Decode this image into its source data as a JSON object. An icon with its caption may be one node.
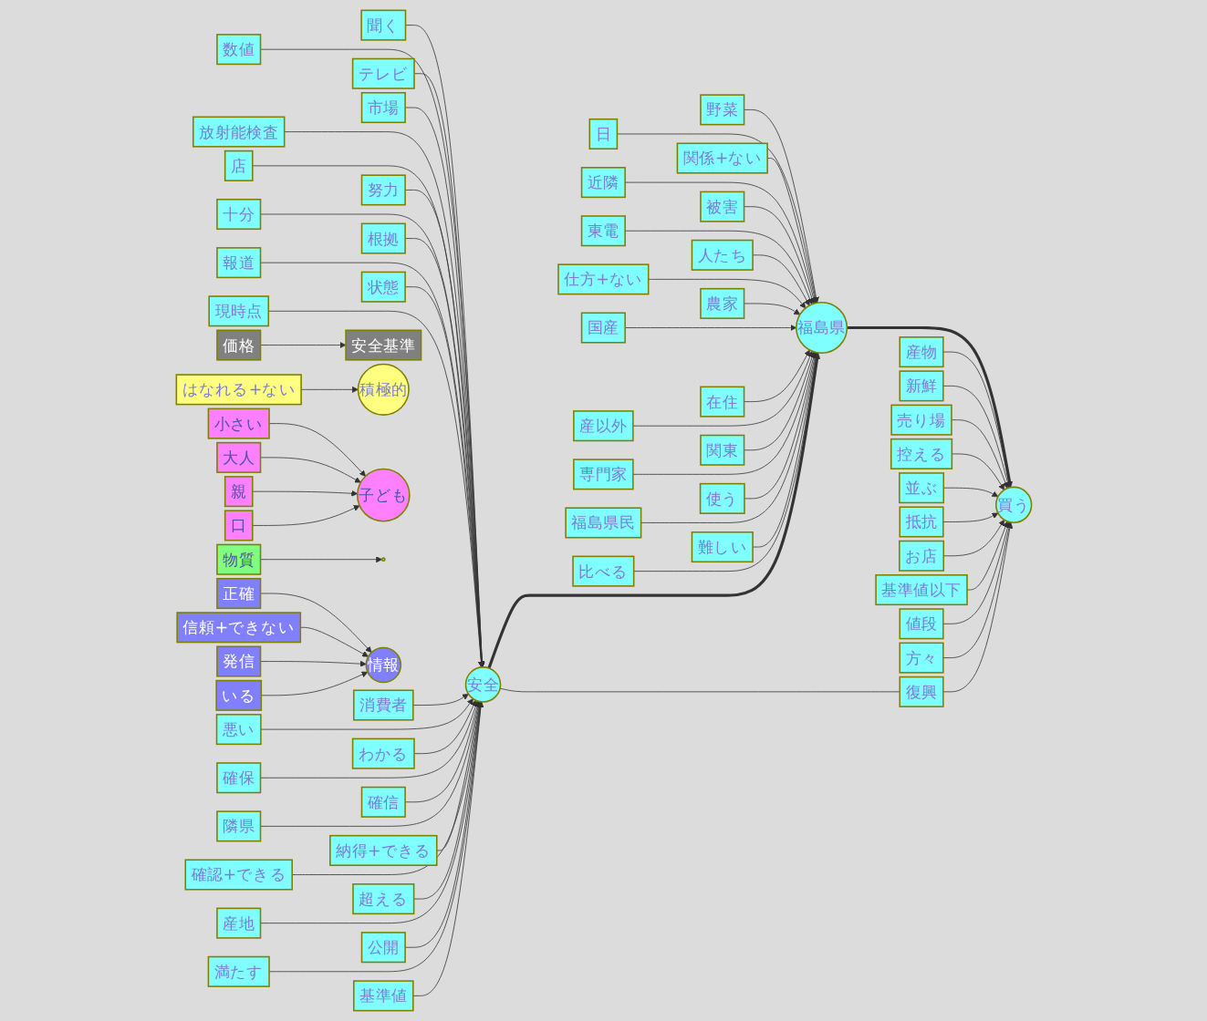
{
  "diagram": {
    "nodes": [
      {
        "text": [
          "福島県"
        ]
      },
      {
        "text": [
          "野菜"
        ]
      },
      {
        "text": [
          "日"
        ]
      },
      {
        "text": [
          "関係+ない"
        ]
      },
      {
        "text": [
          "近隣"
        ]
      },
      {
        "text": [
          "被害"
        ]
      },
      {
        "text": [
          "東電"
        ]
      },
      {
        "text": [
          "人たち"
        ]
      },
      {
        "text": [
          "仕方+ない"
        ]
      },
      {
        "text": [
          "農家"
        ]
      },
      {
        "text": [
          "国産"
        ]
      },
      {
        "text": [
          "在住"
        ]
      },
      {
        "text": [
          "産以外"
        ]
      },
      {
        "text": [
          "関東"
        ]
      },
      {
        "text": [
          "専門家"
        ]
      },
      {
        "text": [
          "使う"
        ]
      },
      {
        "text": [
          "福島県民"
        ]
      },
      {
        "text": [
          "難しい"
        ]
      },
      {
        "text": [
          "比べる"
        ]
      },
      {
        "text": [
          "買う"
        ]
      },
      {
        "text": [
          "産物"
        ]
      },
      {
        "text": [
          "新鮮"
        ]
      },
      {
        "text": [
          "売り場"
        ]
      },
      {
        "text": [
          "控える"
        ]
      },
      {
        "text": [
          "並ぶ"
        ]
      },
      {
        "text": [
          "抵抗"
        ]
      },
      {
        "text": [
          "お店"
        ]
      },
      {
        "text": [
          "基準値以下"
        ]
      },
      {
        "text": [
          "値段"
        ]
      },
      {
        "text": [
          "方々"
        ]
      },
      {
        "text": [
          "安全"
        ]
      },
      {
        "text": [
          "復興"
        ]
      },
      {
        "text": [
          "聞く"
        ]
      },
      {
        "text": [
          "数値"
        ]
      },
      {
        "text": [
          "テレビ"
        ]
      },
      {
        "text": [
          "市場"
        ]
      },
      {
        "text": [
          "放射能検査"
        ]
      },
      {
        "text": [
          "店"
        ]
      },
      {
        "text": [
          "努力"
        ]
      },
      {
        "text": [
          "十分"
        ]
      },
      {
        "text": [
          "根拠"
        ]
      },
      {
        "text": [
          "報道"
        ]
      },
      {
        "text": [
          "状態"
        ]
      },
      {
        "text": [
          "現時点"
        ]
      },
      {
        "text": [
          "消費者"
        ]
      },
      {
        "text": [
          "悪い"
        ]
      },
      {
        "text": [
          "わかる"
        ]
      },
      {
        "text": [
          "確保"
        ]
      },
      {
        "text": [
          "確信"
        ]
      },
      {
        "text": [
          "隣県"
        ]
      },
      {
        "text": [
          "納得+できる"
        ]
      },
      {
        "text": [
          "確認+できる"
        ]
      },
      {
        "text": [
          "超える"
        ]
      },
      {
        "text": [
          "産地"
        ]
      },
      {
        "text": [
          "公開"
        ]
      },
      {
        "text": [
          "満たす"
        ]
      },
      {
        "text": [
          "価格"
        ]
      },
      {
        "text": [
          "安全基準"
        ]
      },
      {
        "text": [
          "はなれる+ない"
        ]
      },
      {
        "text": [
          "積極的"
        ]
      },
      {
        "text": [
          "子ども"
        ]
      },
      {
        "text": [
          "小さい"
        ]
      },
      {
        "text": [
          "大人"
        ]
      },
      {
        "text": [
          "親"
        ]
      },
      {
        "text": [
          "口"
        ]
      },
      {
        "text": [
          "物質"
        ]
      },
      {
        "text": [],
        "shape": "circle"
      },
      {
        "text": [
          "情報"
        ]
      },
      {
        "text": [
          "正確"
        ]
      },
      {
        "text": [
          "信頼+できない"
        ]
      },
      {
        "text": [
          "発信"
        ]
      },
      {
        "text": [
          "いる"
        ]
      },
      {
        "text": [
          "基準値"
        ]
      }
    ],
    "edges": [
      {
        "from": 1,
        "to": 0,
        "arrow": "to"
      },
      {
        "from": 2,
        "to": 0,
        "arrow": "to"
      },
      {
        "from": 3,
        "to": 0,
        "arrow": "to"
      },
      {
        "from": 4,
        "to": 0,
        "arrow": "to"
      },
      {
        "from": 5,
        "to": 0,
        "arrow": "to"
      },
      {
        "from": 6,
        "to": 0,
        "arrow": "to"
      },
      {
        "from": 7,
        "to": 0,
        "arrow": "to"
      },
      {
        "from": 8,
        "to": 0,
        "arrow": "to"
      },
      {
        "from": 9,
        "to": 0,
        "arrow": "to"
      },
      {
        "from": 10,
        "to": 0,
        "arrow": "to"
      },
      {
        "from": 11,
        "to": 0,
        "arrow": "to"
      },
      {
        "from": 12,
        "to": 0,
        "arrow": "to"
      },
      {
        "from": 13,
        "to": 0,
        "arrow": "to"
      },
      {
        "from": 14,
        "to": 0,
        "arrow": "to"
      },
      {
        "from": 15,
        "to": 0,
        "arrow": "to"
      },
      {
        "from": 16,
        "to": 0,
        "arrow": "to"
      },
      {
        "from": 17,
        "to": 0,
        "arrow": "to"
      },
      {
        "from": 18,
        "to": 0,
        "arrow": "to"
      },
      {
        "from": 0,
        "to": 19,
        "arrow": "to",
        "style": "thick"
      },
      {
        "from": 20,
        "to": 19,
        "arrow": "to"
      },
      {
        "from": 21,
        "to": 19,
        "arrow": "to"
      },
      {
        "from": 22,
        "to": 19,
        "arrow": "to"
      },
      {
        "from": 23,
        "to": 19,
        "arrow": "to"
      },
      {
        "from": 24,
        "to": 19,
        "arrow": "to"
      },
      {
        "from": 25,
        "to": 19,
        "arrow": "to"
      },
      {
        "from": 26,
        "to": 19,
        "arrow": "to"
      },
      {
        "from": 27,
        "to": 19,
        "arrow": "to"
      },
      {
        "from": 28,
        "to": 19,
        "arrow": "to"
      },
      {
        "from": 29,
        "to": 19,
        "arrow": "to"
      },
      {
        "from": 30,
        "to": 0,
        "arrow": "to",
        "style": "thick"
      },
      {
        "from": 30,
        "to": 31,
        "arrow": "none"
      },
      {
        "from": 31,
        "to": 19,
        "arrow": "to"
      },
      {
        "from": 32,
        "to": 30,
        "arrow": "to"
      },
      {
        "from": 33,
        "to": 30,
        "arrow": "to"
      },
      {
        "from": 34,
        "to": 30,
        "arrow": "to"
      },
      {
        "from": 35,
        "to": 30,
        "arrow": "to"
      },
      {
        "from": 36,
        "to": 30,
        "arrow": "to"
      },
      {
        "from": 37,
        "to": 30,
        "arrow": "to"
      },
      {
        "from": 38,
        "to": 30,
        "arrow": "to"
      },
      {
        "from": 39,
        "to": 30,
        "arrow": "to"
      },
      {
        "from": 40,
        "to": 30,
        "arrow": "to"
      },
      {
        "from": 41,
        "to": 30,
        "arrow": "to"
      },
      {
        "from": 42,
        "to": 30,
        "arrow": "to"
      },
      {
        "from": 43,
        "to": 30,
        "arrow": "to"
      },
      {
        "from": 44,
        "to": 30,
        "arrow": "to"
      },
      {
        "from": 45,
        "to": 30,
        "arrow": "to"
      },
      {
        "from": 46,
        "to": 30,
        "arrow": "to"
      },
      {
        "from": 47,
        "to": 30,
        "arrow": "to"
      },
      {
        "from": 48,
        "to": 30,
        "arrow": "to"
      },
      {
        "from": 49,
        "to": 30,
        "arrow": "to"
      },
      {
        "from": 50,
        "to": 30,
        "arrow": "to"
      },
      {
        "from": 51,
        "to": 30,
        "arrow": "to"
      },
      {
        "from": 52,
        "to": 30,
        "arrow": "to"
      },
      {
        "from": 53,
        "to": 30,
        "arrow": "to"
      },
      {
        "from": 54,
        "to": 30,
        "arrow": "to"
      },
      {
        "from": 55,
        "to": 30,
        "arrow": "to"
      },
      {
        "from": 72,
        "to": 30,
        "arrow": "to"
      },
      {
        "from": 56,
        "to": 57,
        "arrow": "to"
      },
      {
        "from": 58,
        "to": 59,
        "arrow": "to"
      },
      {
        "from": 61,
        "to": 60,
        "arrow": "to"
      },
      {
        "from": 62,
        "to": 60,
        "arrow": "to"
      },
      {
        "from": 63,
        "to": 60,
        "arrow": "to"
      },
      {
        "from": 64,
        "to": 60,
        "arrow": "to"
      },
      {
        "from": 65,
        "to": 66,
        "arrow": "to"
      },
      {
        "from": 68,
        "to": 67,
        "arrow": "to"
      },
      {
        "from": 69,
        "to": 67,
        "arrow": "to"
      },
      {
        "from": 70,
        "to": 67,
        "arrow": "to"
      },
      {
        "from": 71,
        "to": 67,
        "arrow": "to"
      }
    ]
  }
}
